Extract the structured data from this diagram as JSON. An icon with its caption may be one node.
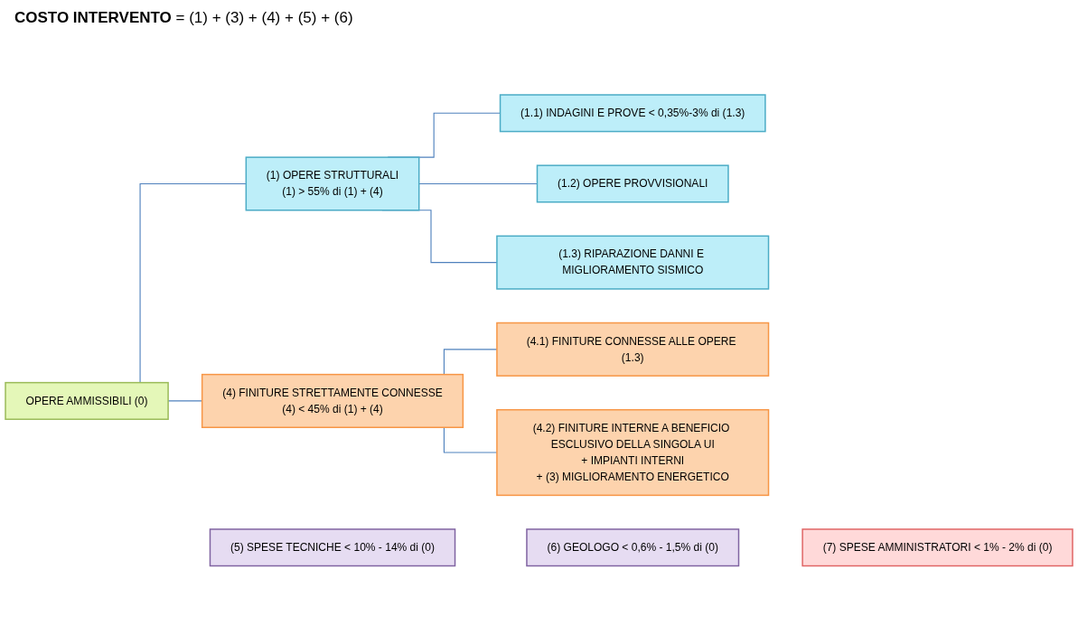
{
  "diagram": {
    "title": "**COSTO INTERVENTO** = (1) + (3) + (4) + (5) + (6)",
    "nodes": [
      {
        "text": [
          "OPERE AMMISSIBILI (0)"
        ]
      },
      {
        "text": [
          "(1) OPERE STRUTTURALI",
          "(1) > 55% di (1) + (4)"
        ]
      },
      {
        "text": [
          "(1.1) INDAGINI E PROVE < 0,35%-3% di (1.3)"
        ]
      },
      {
        "text": [
          "(1.2) OPERE PROVVISIONALI"
        ]
      },
      {
        "text": [
          "(1.3) RIPARAZIONE DANNI E MIGLIORAMENTO SISMICO"
        ]
      },
      {
        "text": [
          "(4) FINITURE STRETTAMENTE CONNESSE",
          "(4) < 45% di (1) + (4)"
        ]
      },
      {
        "text": [
          "(4.1) FINITURE CONNESSE ALLE OPERE (1.3)"
        ]
      },
      {
        "text": [
          "(4.2) FINITURE INTERNE A BENEFICIO ESCLUSIVO DELLA SINGOLA UI",
          "+ IMPIANTI INTERNI",
          "+ (3) MIGLIORAMENTO ENERGETICO"
        ]
      },
      {
        "text": [
          "(5) SPESE TECNICHE < 10% - 14% di (0)"
        ]
      },
      {
        "text": [
          "(6) GEOLOGO < 0,6% - 1,5% di (0)"
        ]
      },
      {
        "text": [
          "(7) SPESE AMMINISTRATORI < 1% - 2% di (0)"
        ]
      }
    ],
    "edges": [
      {
        "from": 0,
        "to": 1,
        "arrow": "none"
      },
      {
        "from": 0,
        "to": 5,
        "arrow": "none"
      },
      {
        "from": 1,
        "to": 2,
        "arrow": "none"
      },
      {
        "from": 1,
        "to": 3,
        "arrow": "none"
      },
      {
        "from": 1,
        "to": 4,
        "arrow": "none"
      },
      {
        "from": 5,
        "to": 6,
        "arrow": "none"
      },
      {
        "from": 5,
        "to": 7,
        "arrow": "none"
      }
    ]
  }
}
